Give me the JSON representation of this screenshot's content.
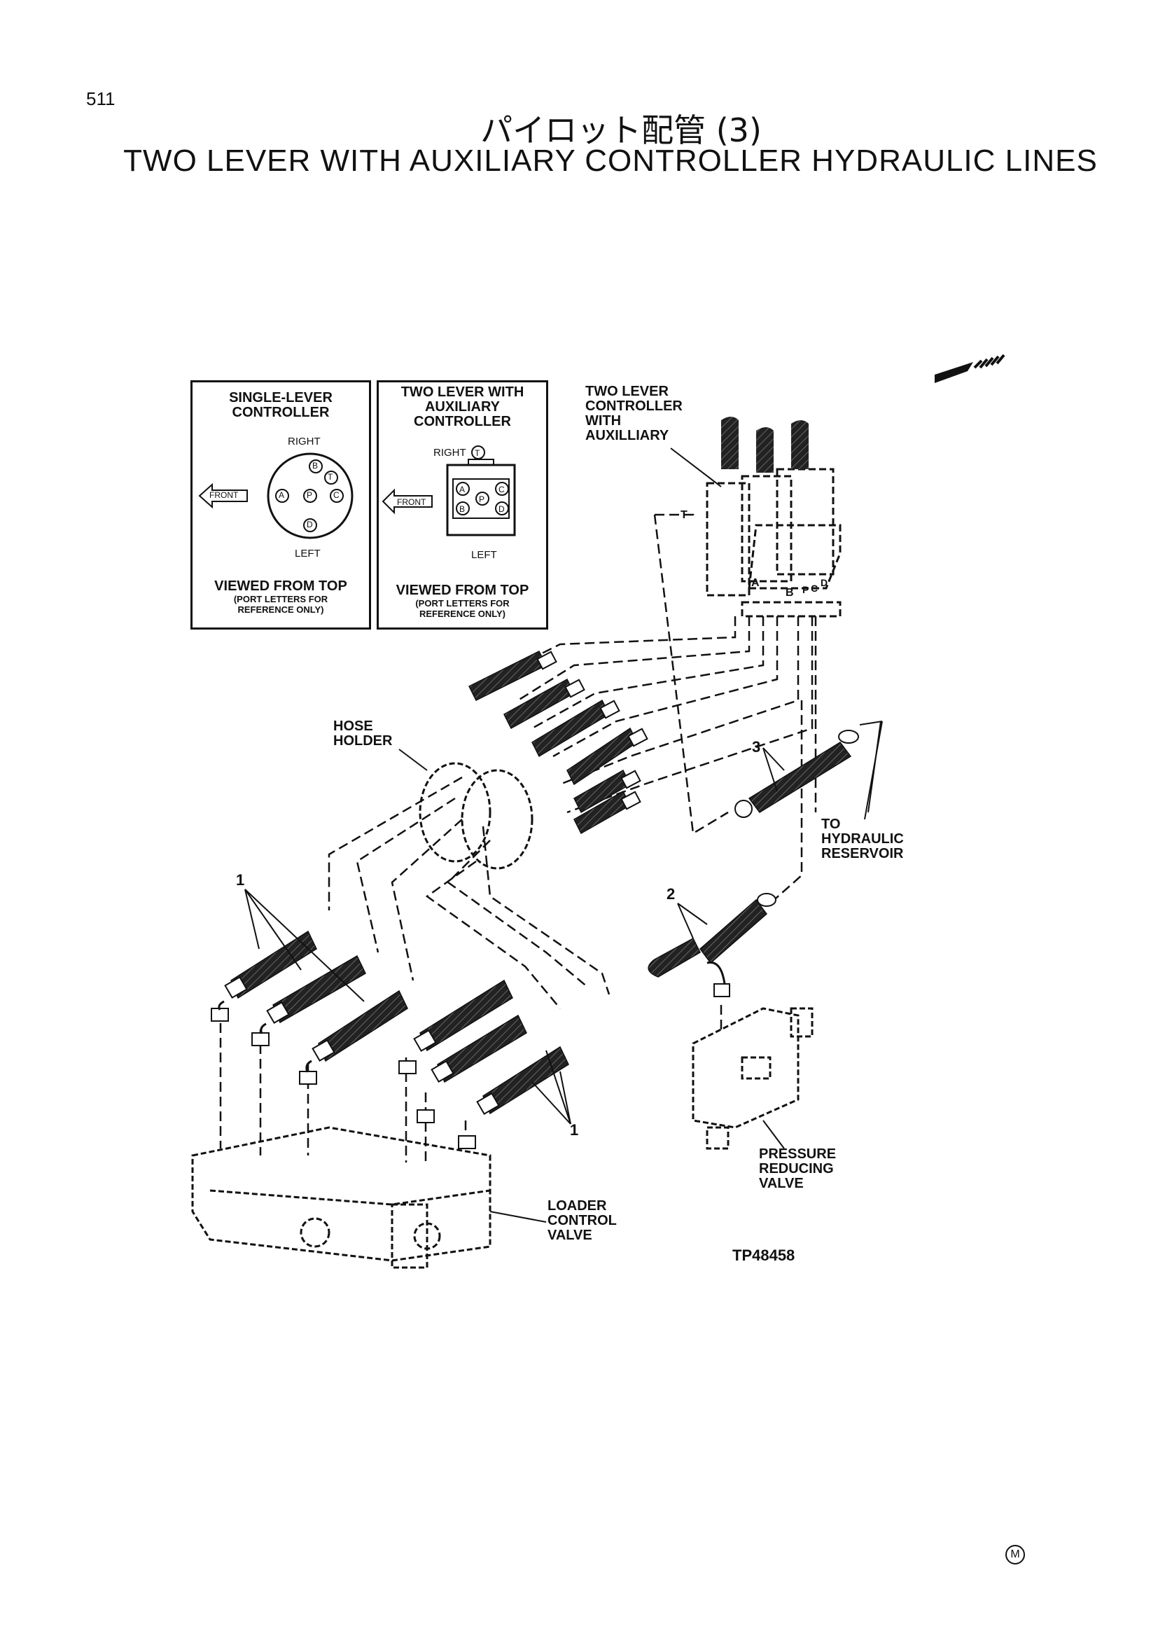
{
  "page": {
    "number": "511"
  },
  "title": {
    "japanese": "パイロット配管 (3)",
    "english": "TWO LEVER WITH AUXILIARY CONTROLLER HYDRAULIC LINES"
  },
  "single_lever_box": {
    "title_line1": "SINGLE-LEVER",
    "title_line2": "CONTROLLER",
    "right": "RIGHT",
    "left": "LEFT",
    "front": "FRONT",
    "ports": {
      "a": "A",
      "b": "B",
      "c": "C",
      "d": "D",
      "p": "P",
      "t": "T"
    },
    "viewed": "VIEWED FROM TOP",
    "note_line1": "(PORT LETTERS FOR",
    "note_line2": "REFERENCE ONLY)"
  },
  "two_lever_box": {
    "title_line1": "TWO LEVER WITH",
    "title_line2": "AUXILIARY",
    "title_line3": "CONTROLLER",
    "right": "RIGHT",
    "left": "LEFT",
    "front": "FRONT",
    "ports": {
      "a": "A",
      "b": "B",
      "c": "C",
      "d": "D",
      "p": "P",
      "t": "T"
    },
    "viewed": "VIEWED FROM TOP",
    "note_line1": "(PORT LETTERS FOR",
    "note_line2": "REFERENCE ONLY)"
  },
  "callouts": {
    "controller": "TWO LEVER\nCONTROLLER\nWITH\nAUXILLIARY",
    "hose_holder": "HOSE\nHOLDER",
    "reservoir": "TO\nHYDRAULIC\nRESERVOIR",
    "pressure_valve": "PRESSURE\nREDUCING\nVALVE",
    "loader_valve": "LOADER\nCONTROL\nVALVE",
    "figure_id": "TP48458",
    "item_1": "1",
    "item_1b": "1",
    "item_2": "2",
    "item_3": "3",
    "port_t": "T",
    "port_a": "A",
    "port_b": "B",
    "port_p": "P",
    "port_c": "C",
    "port_d": "D"
  },
  "corner_mark": "M"
}
